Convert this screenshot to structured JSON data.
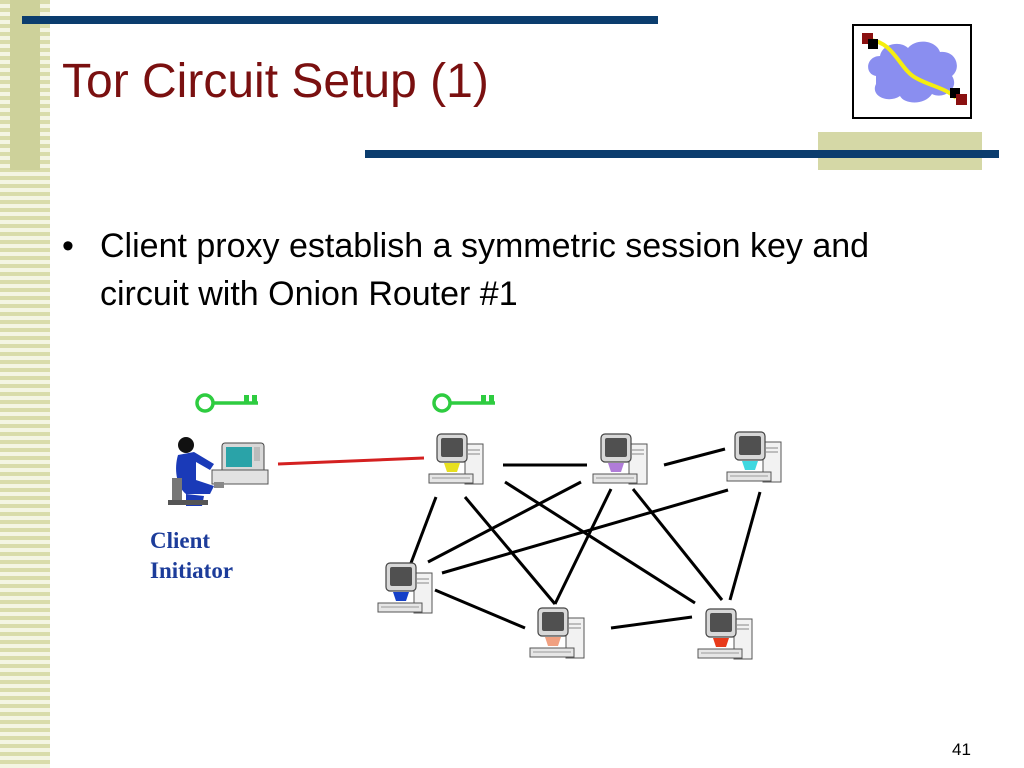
{
  "slide": {
    "title": "Tor Circuit Setup (1)",
    "bullet": "Client proxy establish a symmetric session key and circuit with Onion Router #1",
    "bullet_marker": "•",
    "page_number": "41"
  },
  "diagram": {
    "client_label_line1": "Client",
    "client_label_line2": "Initiator",
    "icons": [
      "logo-cloud-icon",
      "key-icon",
      "client-user-icon",
      "onion-router-icon"
    ],
    "colors": {
      "title": "#7a1010",
      "bars": "#0b3d6e",
      "key": "#2ecc40",
      "client_link": "#d42020",
      "client_label": "#1c3c9a"
    },
    "routers": [
      {
        "id": "router-1",
        "base_color": "#e8e020"
      },
      {
        "id": "router-2",
        "base_color": "#b07cd8"
      },
      {
        "id": "router-3",
        "base_color": "#3fd8e0"
      },
      {
        "id": "router-4",
        "base_color": "#1540c8"
      },
      {
        "id": "router-5",
        "base_color": "#f0a080"
      },
      {
        "id": "router-6",
        "base_color": "#e83a1a"
      }
    ]
  }
}
